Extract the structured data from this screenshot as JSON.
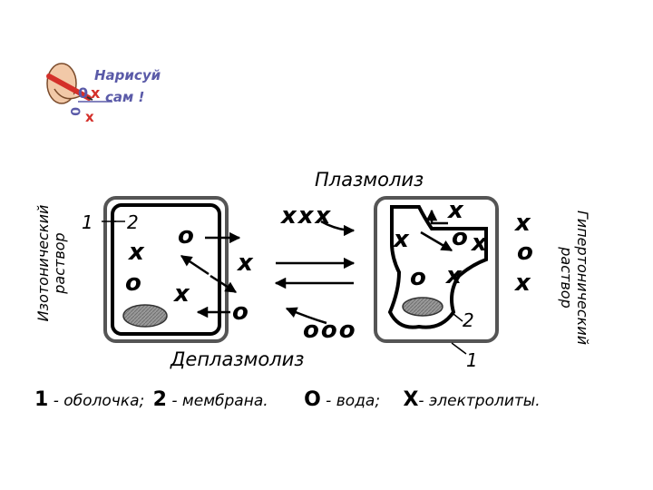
{
  "badge": {
    "line1": "Нарисуй",
    "line2": "сам !"
  },
  "top_title": "Плазмолиз",
  "bottom_title": "Деплазмолиз",
  "left_side": {
    "line1": "Изотонический",
    "line2": "раствор"
  },
  "right_side": {
    "line1": "Гипертонический",
    "line2": "раствор"
  },
  "labels": {
    "one": "1",
    "two": "2"
  },
  "symbols": {
    "x": "x",
    "o": "o",
    "xxx": "xxx",
    "ooo": "ooo"
  },
  "legend": {
    "n1": "1",
    "t1": " - оболочка;",
    "n2": "2",
    "t2": " - мембрана.",
    "o_sym": "O",
    "t3": " - вода;",
    "x_sym": "X",
    "t4": "- электролиты."
  },
  "colors": {
    "badge_blue": "#5a5aa8",
    "pencil_red": "#d4302a",
    "organelle_gray": "#a8a8a8"
  }
}
